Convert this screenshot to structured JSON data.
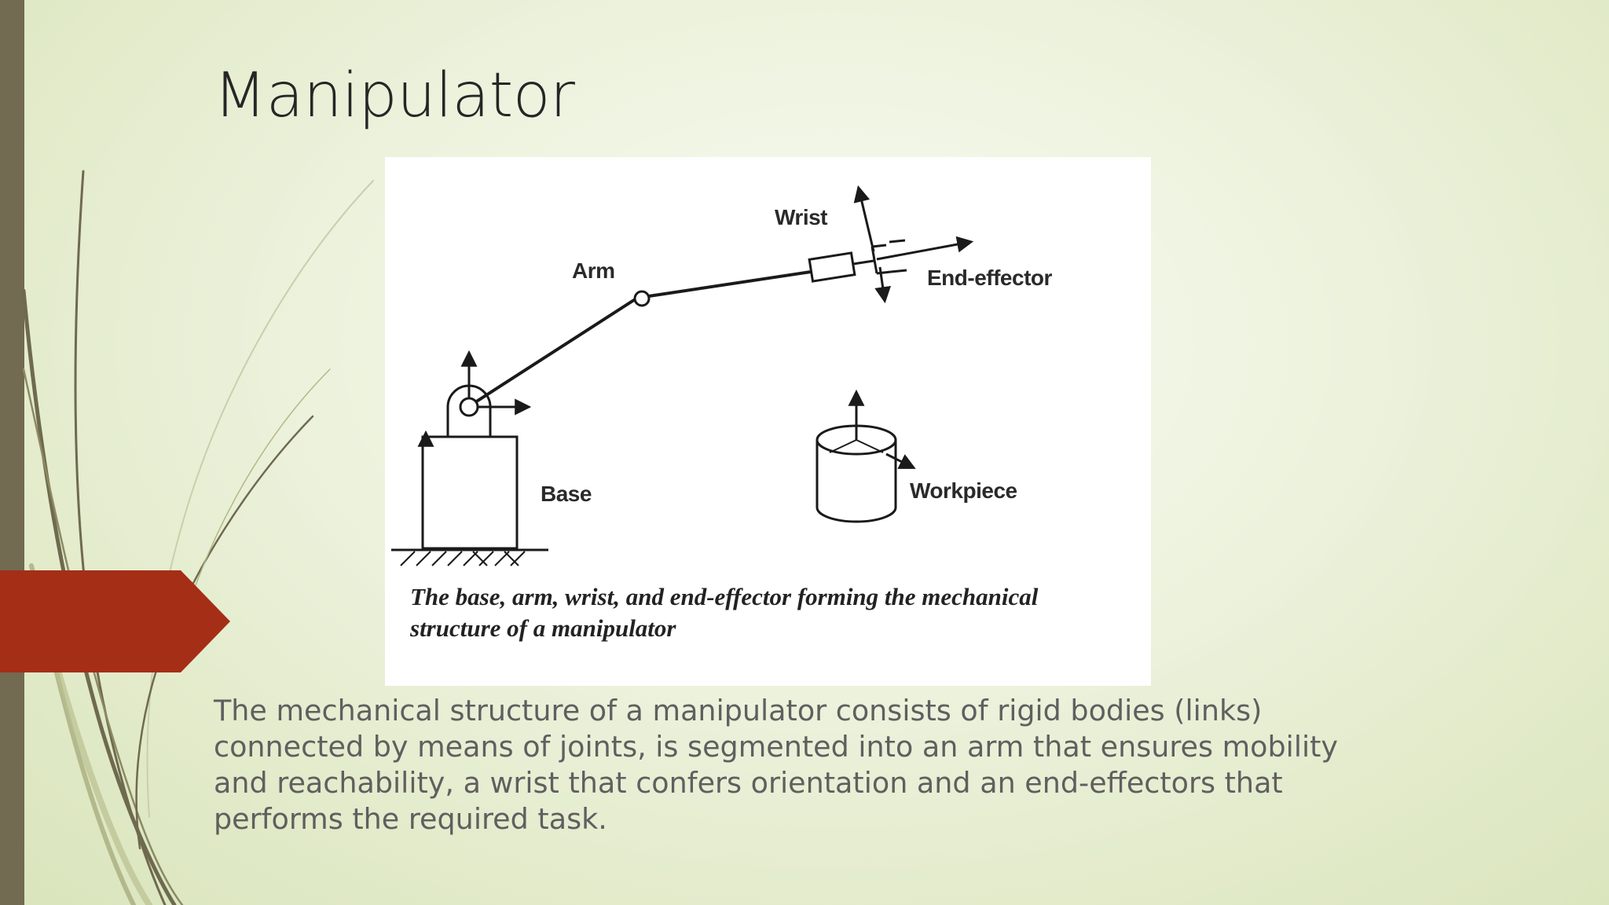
{
  "slide": {
    "title": "Manipulator",
    "body": "The mechanical structure of a manipulator consists of rigid bodies (links) connected by means of joints, is segmented into an arm that ensures mobility and reachability, a wrist that confers orientation and an end-effectors that performs the required task."
  },
  "figure": {
    "labels": {
      "wrist": "Wrist",
      "arm": "Arm",
      "end_effector": "End-effector",
      "base": "Base",
      "workpiece": "Workpiece"
    },
    "caption": "The base, arm, wrist, and end-effector forming the mechanical structure of a manipulator"
  },
  "theme": {
    "accent_red": "#a52e16",
    "strip_color": "#726a51",
    "background": "#eef3df"
  }
}
